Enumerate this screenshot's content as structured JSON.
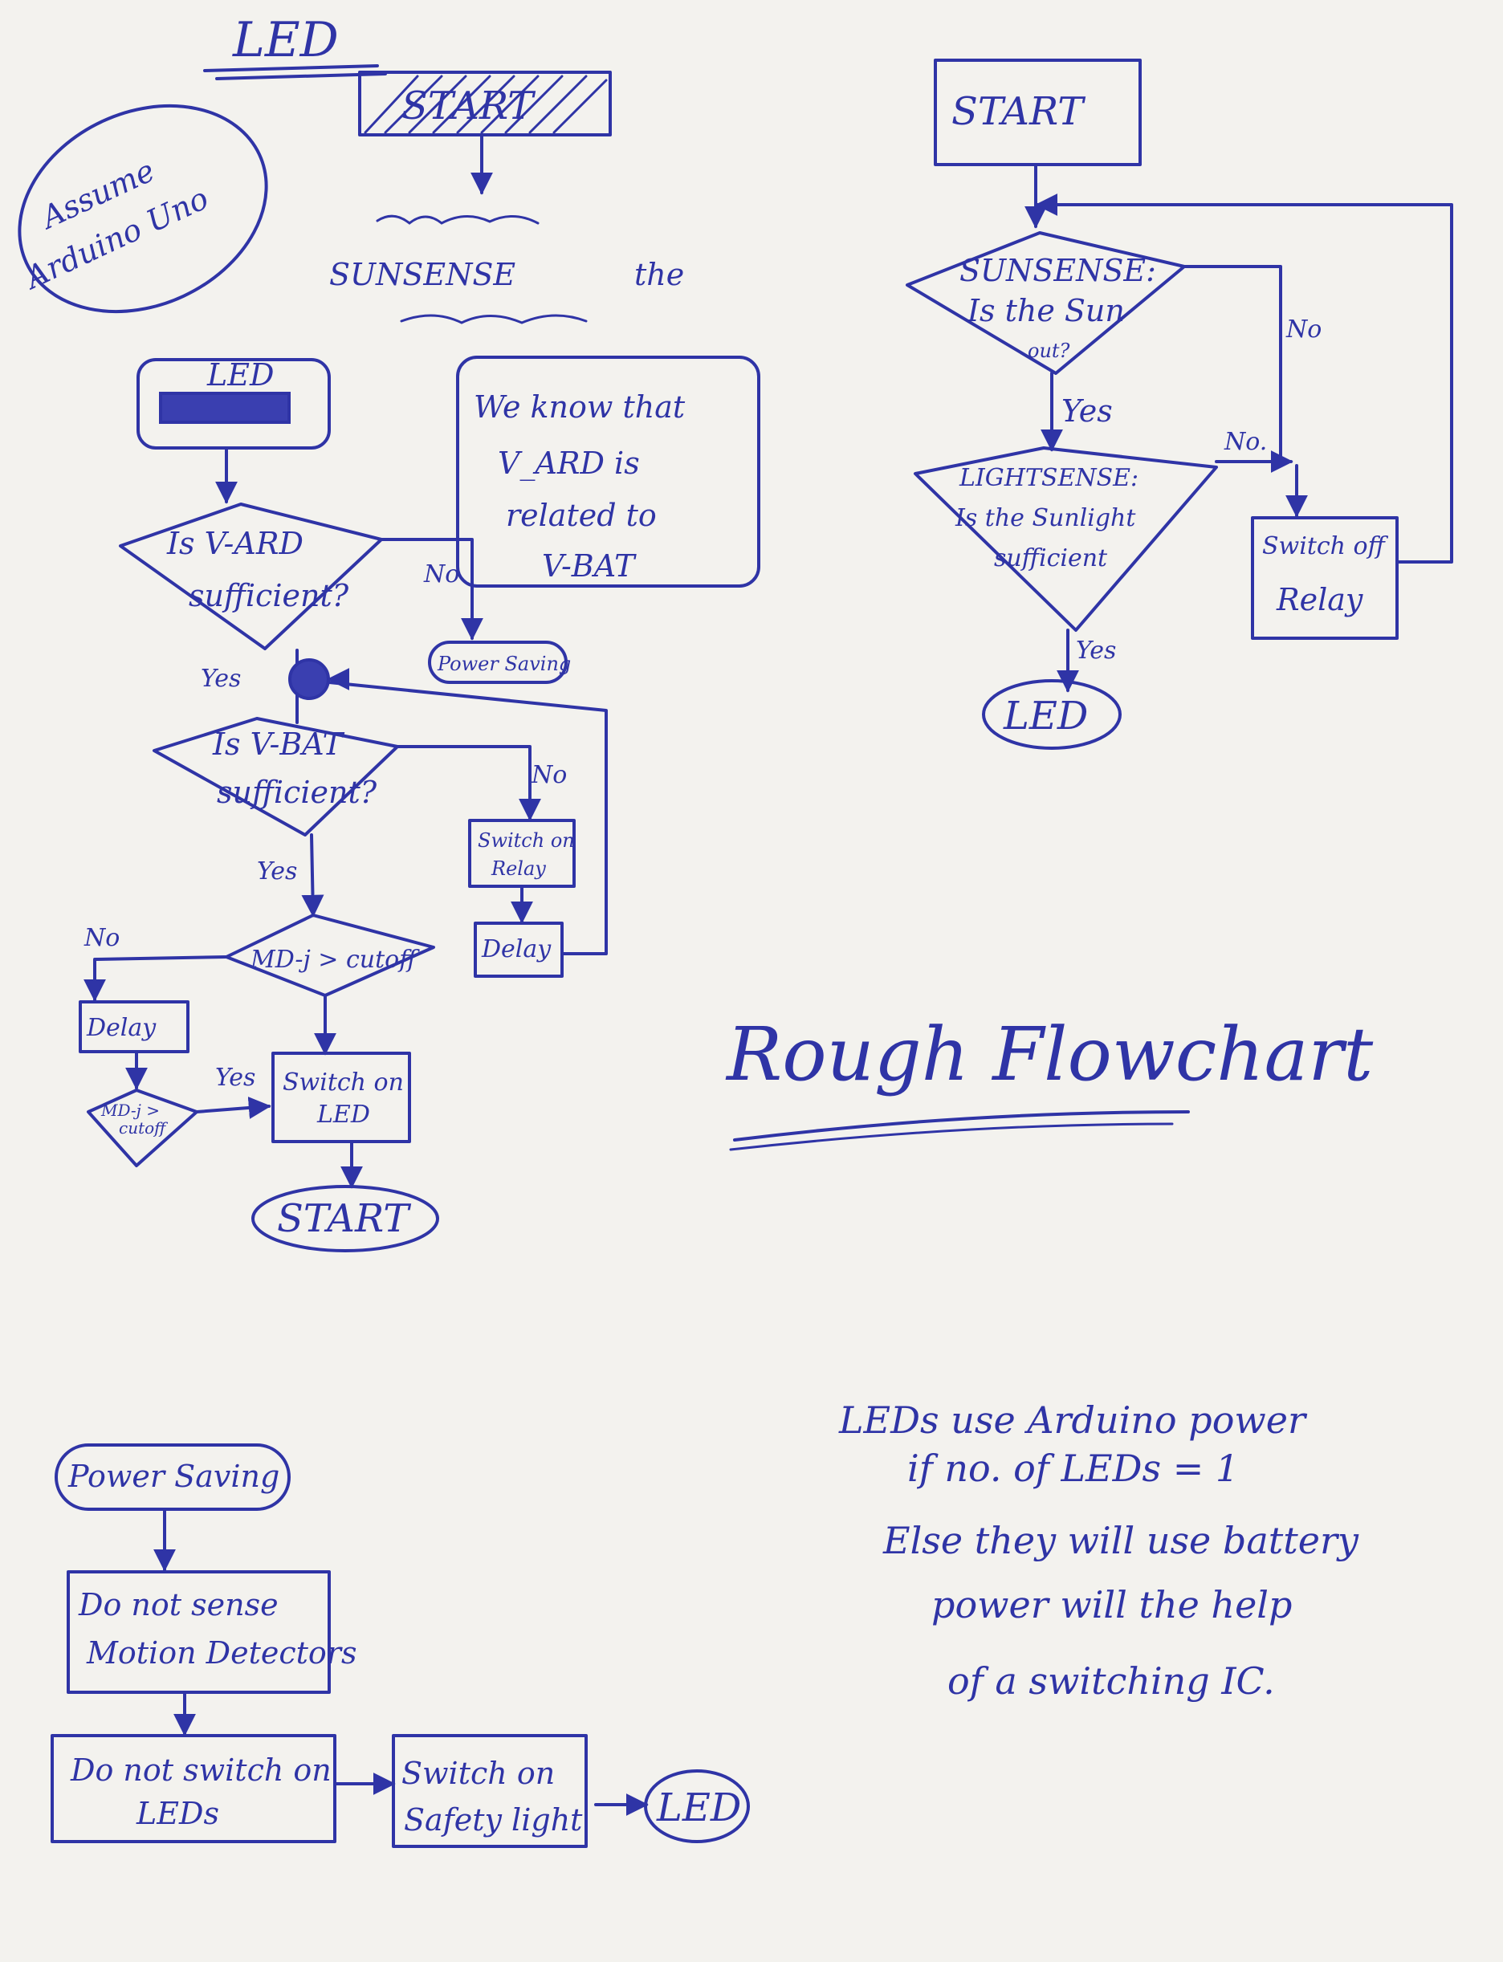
{
  "page": {
    "title": "LED",
    "assumption_note": [
      "Assume",
      "Arduino Uno"
    ],
    "heading": "Rough Flowchart"
  },
  "led_flow": {
    "start": "START",
    "sunsense_scribble": [
      "SUNSENSE",
      "the"
    ],
    "led_box": "LED",
    "v_ard_q": [
      "Is V-ARD",
      "sufficient?"
    ],
    "no1": "No",
    "power_saving": "Power Saving",
    "yes1": "Yes",
    "v_bat_q": [
      "Is V-BAT",
      "sufficient?"
    ],
    "no2": "No",
    "switch_on_relay": [
      "Switch on",
      "Relay"
    ],
    "delay_right": "Delay",
    "yes2": "Yes",
    "md_q": "MD-j > cutoff",
    "no3": "No",
    "delay_left": "Delay",
    "md_small": [
      "MD-j >",
      "cutoff"
    ],
    "yes3": "Yes",
    "switch_on_led": [
      "Switch on",
      "LED"
    ],
    "end_start": "START",
    "note": [
      "We know that",
      "V_ARD is",
      "related to",
      "V-BAT"
    ]
  },
  "sun_flow": {
    "start": "START",
    "sunsense_q": [
      "SUNSENSE:",
      "Is the Sun",
      "out?"
    ],
    "no1": "No",
    "yes1": "Yes",
    "lightsense_q": [
      "LIGHTSENSE:",
      "Is the Sunlight",
      "sufficient"
    ],
    "no2": "No.",
    "switch_off_relay": [
      "Switch off",
      "Relay"
    ],
    "yes2": "Yes",
    "led_end": "LED"
  },
  "power_flow": {
    "power_saving": "Power Saving",
    "step1": [
      "Do not sense",
      "Motion Detectors"
    ],
    "step2": [
      "Do not switch on",
      "LEDs"
    ],
    "step3": [
      "Switch on",
      "Safety light"
    ],
    "led_end": "LED"
  },
  "bottom_note": [
    "LEDs use Arduino power",
    "if no. of LEDs = 1",
    "Else they will use battery",
    "power will the help",
    "of a switching IC."
  ]
}
